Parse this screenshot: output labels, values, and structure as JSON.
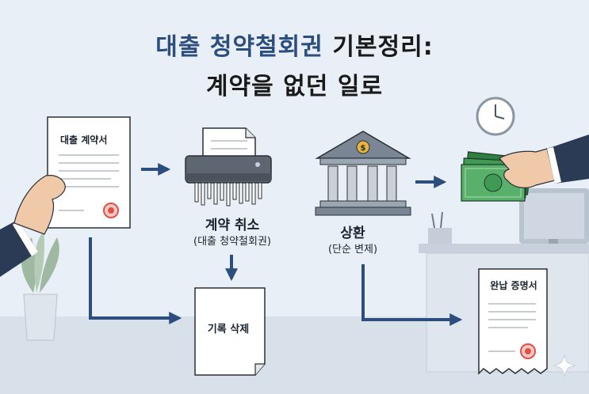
{
  "title": {
    "line1_highlight": "대출 청약철회권",
    "line1_rest": "기본정리:",
    "line2": "계약을 없던 일로"
  },
  "nodes": {
    "contract": {
      "label": "대출 계약서"
    },
    "cancel": {
      "label": "계약 취소",
      "sublabel": "(대출 청약철회권)"
    },
    "repay": {
      "label": "상환",
      "sublabel": "(단순 변제)"
    },
    "delete": {
      "label": "기록 삭제"
    },
    "certificate": {
      "label": "완납 증명서"
    }
  },
  "icons": [
    "shredder-icon",
    "bank-icon",
    "money-icon",
    "clock-icon",
    "plant-icon",
    "stamp-icon",
    "sparkle-icon"
  ],
  "colors": {
    "title_accent": "#2b4e7e",
    "arrow": "#2b4e7e",
    "stamp": "#e0504a",
    "money": "#3f9a55",
    "suit": "#2b3a55"
  }
}
